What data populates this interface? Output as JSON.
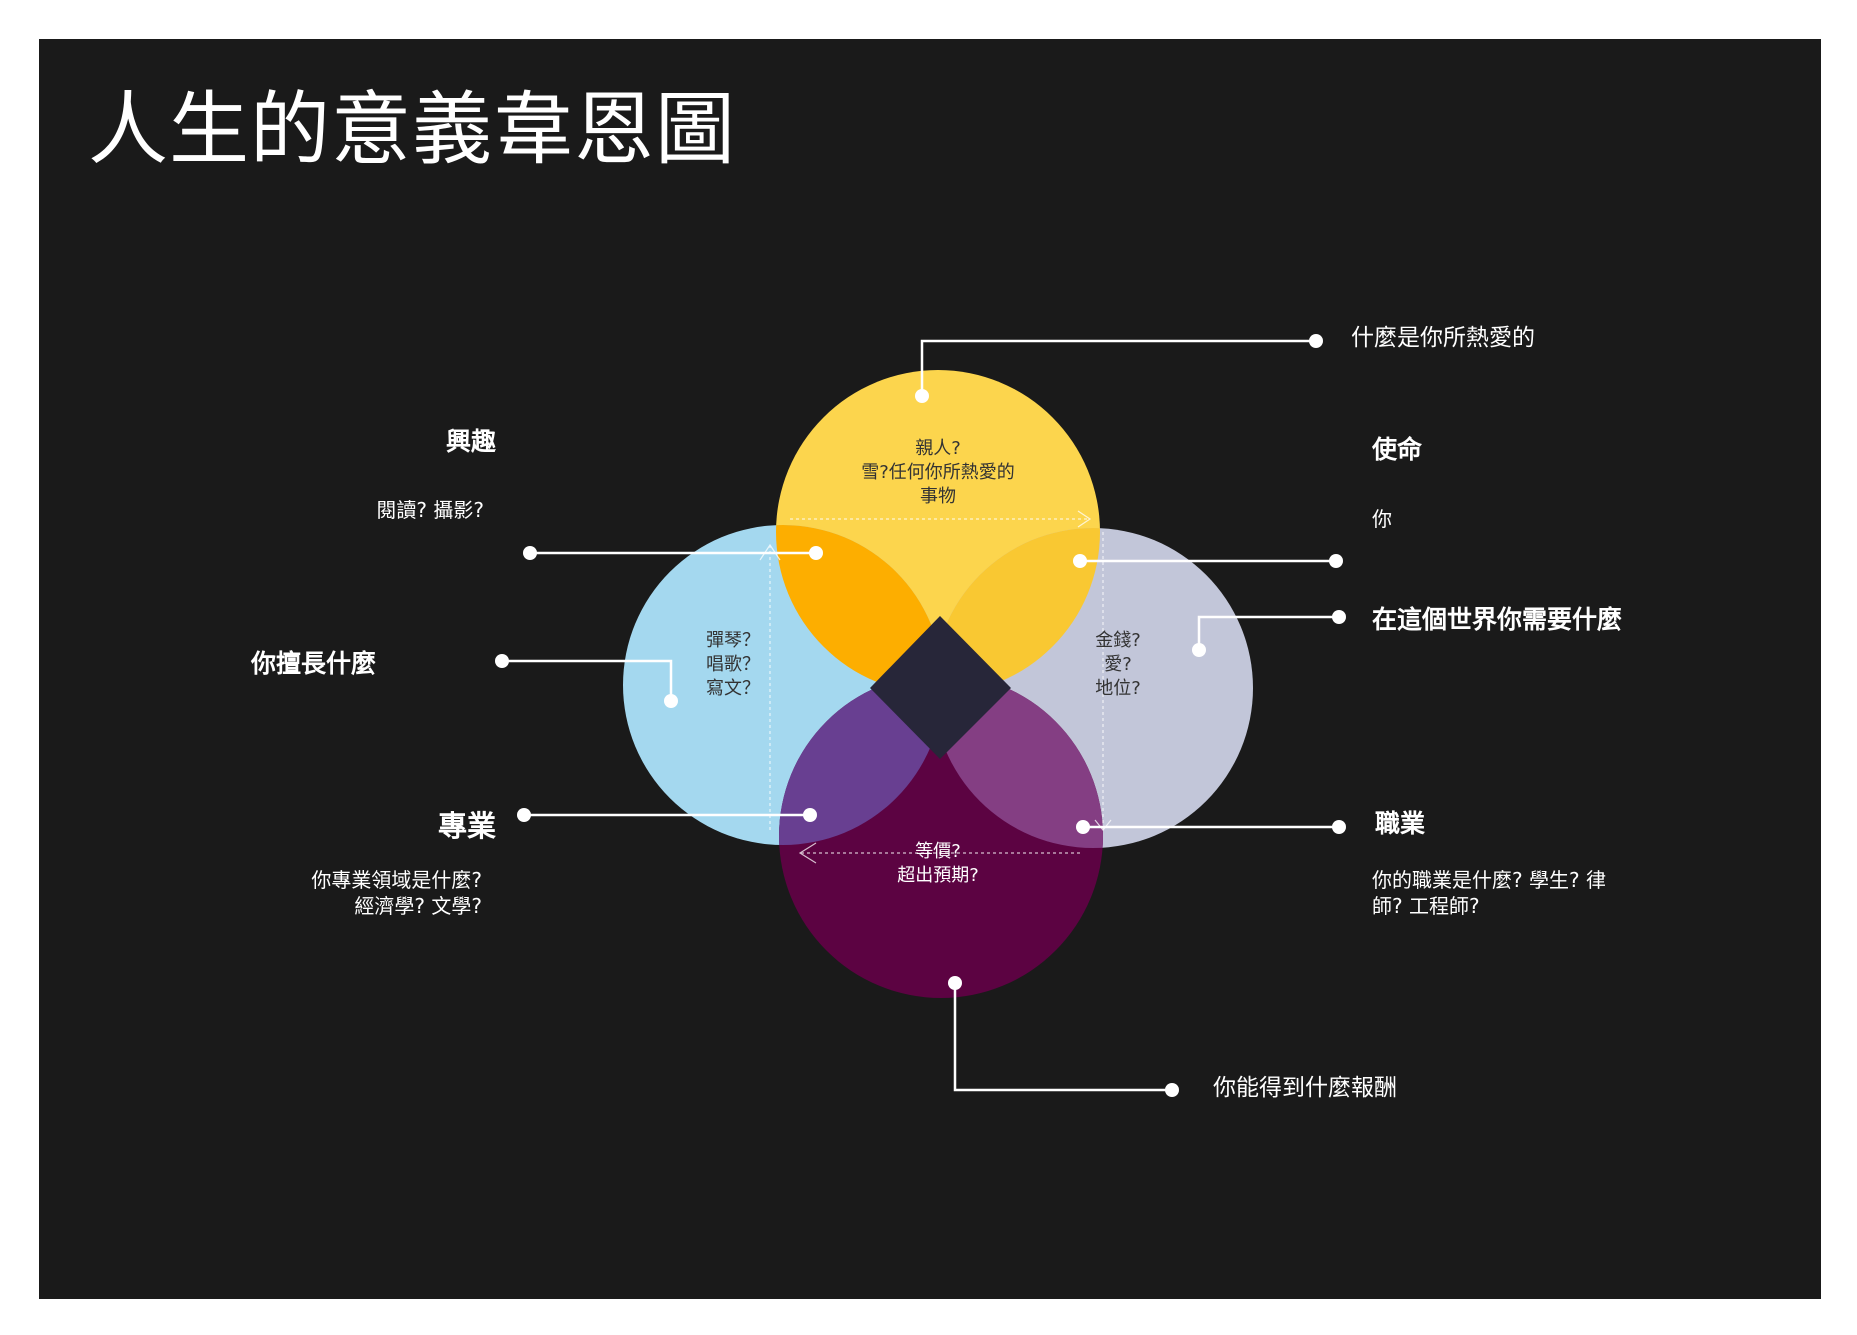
{
  "title": "人生的意義韋恩圖",
  "colors": {
    "background": "#1a1a1a",
    "love": "#fcd54d",
    "good_at": "#a4d8ef",
    "world_needs": "#c2c6d9",
    "paid_for": "#5c0342",
    "passion": "#fdae00",
    "mission": "#f9c832",
    "profession": "#683f91",
    "vocation": "#843e83",
    "center": "#272639",
    "connector": "#ffffff"
  },
  "circles": {
    "top": {
      "text": "親人?\n雪?任何你所熱愛的\n事物"
    },
    "left": {
      "text": "彈琴？\n唱歌？\n寫文？"
    },
    "right": {
      "text": "金錢?\n愛?\n地位?"
    },
    "bottom": {
      "text": "等價?\n超出預期?"
    }
  },
  "labels": {
    "love": {
      "text": "什麼是你所熱愛的"
    },
    "passion": {
      "heading": "興趣",
      "desc": "閱讀? 攝影?"
    },
    "good_at": {
      "text": "你擅長什麼"
    },
    "profession": {
      "heading": "專業",
      "desc": "你專業領域是什麼?\n經濟學? 文學?"
    },
    "mission": {
      "heading": "使命",
      "desc": "你"
    },
    "world_needs": {
      "text": "在這個世界你需要什麼"
    },
    "vocation": {
      "heading": "職業",
      "desc": "你的職業是什麼? 學生? 律\n師? 工程師?"
    },
    "paid_for": {
      "text": "你能得到什麼報酬"
    }
  }
}
